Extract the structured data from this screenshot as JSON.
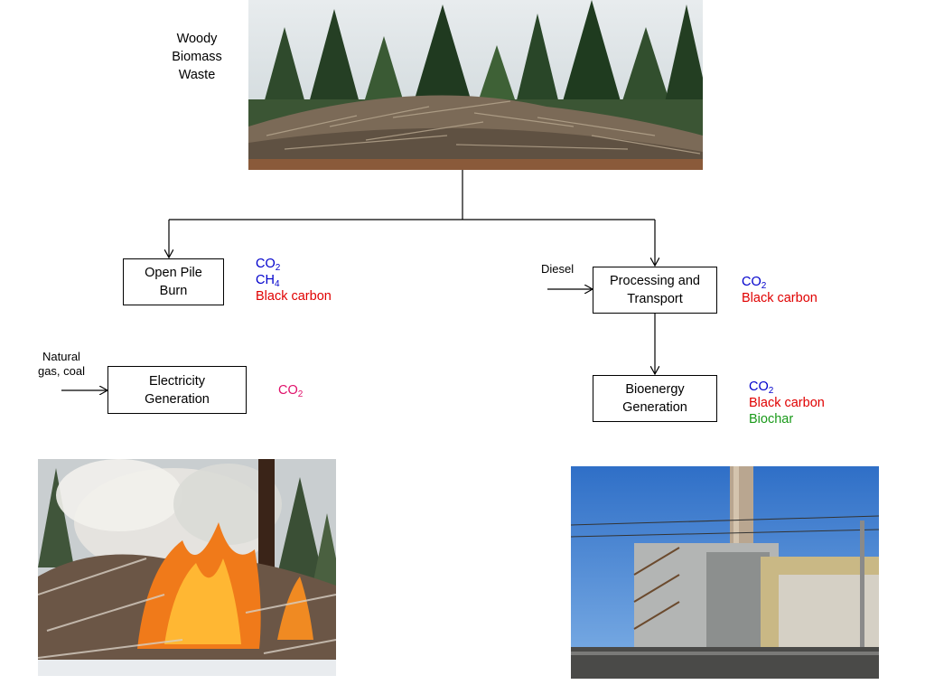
{
  "source": {
    "title_line1": "Woody",
    "title_line2": "Biomass",
    "title_line3": "Waste"
  },
  "nodes": {
    "open_pile_burn": {
      "line1": "Open Pile",
      "line2": "Burn"
    },
    "processing_transport": {
      "line1": "Processing and",
      "line2": "Transport"
    },
    "electricity_generation": {
      "line1": "Electricity",
      "line2": "Generation"
    },
    "bioenergy_generation": {
      "line1": "Bioenergy",
      "line2": "Generation"
    }
  },
  "inputs": {
    "diesel": "Diesel",
    "natural_gas_line1": "Natural",
    "natural_gas_line2": "gas, coal"
  },
  "emissions": {
    "open_pile_burn": {
      "co2": "CO",
      "co2_sub": "2",
      "ch4": "CH",
      "ch4_sub": "4",
      "black_carbon": "Black carbon"
    },
    "processing_transport": {
      "co2": "CO",
      "co2_sub": "2",
      "black_carbon": "Black carbon"
    },
    "electricity_generation": {
      "co2": "CO",
      "co2_sub": "2"
    },
    "bioenergy_generation": {
      "co2": "CO",
      "co2_sub": "2",
      "black_carbon": "Black carbon",
      "biochar": "Biochar"
    }
  },
  "colors": {
    "co2": "#0000cc",
    "black_carbon": "#e00000",
    "biochar": "#1a9a1a",
    "electricity_co2": "#e0106a"
  },
  "photos": {
    "slash_pile": "photo of woody biomass slash pile in forest",
    "pile_burning": "photo of open pile burning with flames and smoke",
    "power_plant": "photo of bioenergy power plant with smokestack"
  }
}
